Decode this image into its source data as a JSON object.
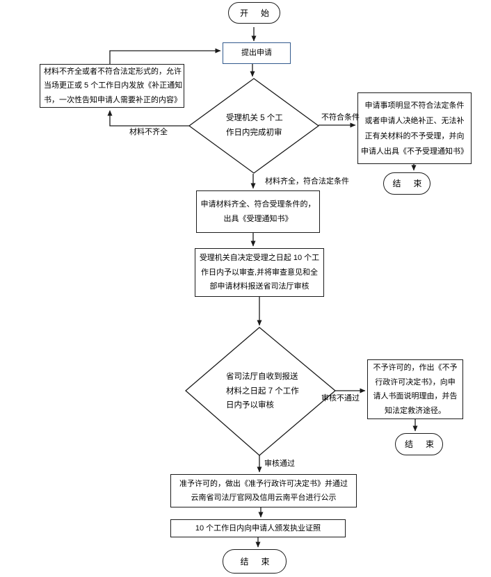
{
  "colors": {
    "accent_border_blue": "#31598C",
    "line_color": "#1a1a1a",
    "background": "#ffffff"
  },
  "nodes": {
    "start": "开　始",
    "submit": "提出申请",
    "supplement": "材料不齐全或者不符合法定形式的，允许\n当场更正或 5 个工作日内发放《补正通知\n书，一次性告知申请人需要补正的内容》",
    "decision1": "受理机关 5 个工\n作日内完成初审",
    "reject1": "申请事项明显不符合法定条件\n或者申请人决绝补正、无法补\n正有关材料的不予受理，并向\n申请人出具《不予受理通知书》",
    "end1": "结　束",
    "accept": "申请材料齐全、符合受理条件的，\n出具《受理通知书》",
    "review": "受理机关自决定受理之日起 10 个工\n作日内予以审查,并将审查意见和全\n部申请材料报送省司法厅审核",
    "decision2": "省司法厅自收到报送\n材料之日起 7 个工作\n日内予以审核",
    "reject2": "不予许可的，作出《不予\n行政许可决定书》，向申\n请人书面说明理由，并告\n知法定救济途径。",
    "end2": "结　束",
    "permit": "准予许可的，做出《准予行政许可决定书》并通过\n云南省司法厅官网及信用云南平台进行公示",
    "issue": "10 个工作日内向申请人颁发执业证照",
    "end3": "结　束"
  },
  "labels": {
    "incomplete": "材料不齐全",
    "not_meet": "不符合条件",
    "complete": "材料齐全，符合法定条件",
    "fail": "审核不通过",
    "pass": "审核通过"
  }
}
